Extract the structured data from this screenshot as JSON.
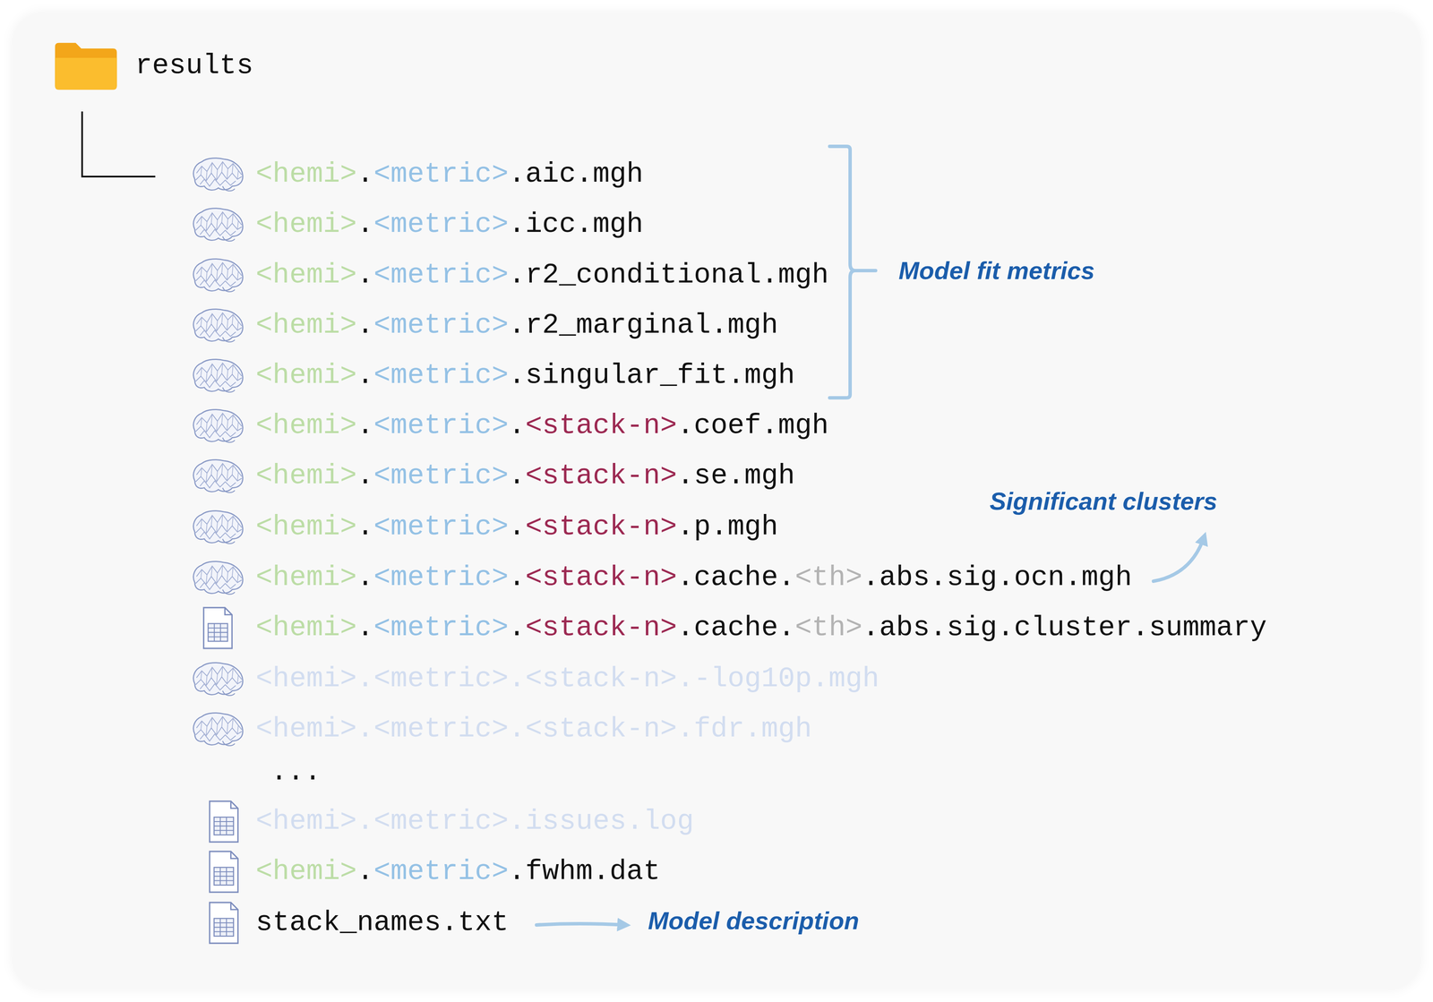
{
  "diagram": {
    "labels": [
      "results",
      "<hemi>",
      ".",
      "<metric>",
      ".aic.mgh",
      "<hemi>",
      ".",
      "<metric>",
      ".icc.mgh",
      "<hemi>",
      ".",
      "<metric>",
      ".r2_conditional.mgh",
      "<hemi>",
      ".",
      "<metric>",
      ".r2_marginal.mgh",
      "<hemi>",
      ".",
      "<metric>",
      ".singular_fit.mgh",
      "Model fit metrics",
      "<hemi>",
      ".",
      "<metric>",
      ".",
      "<stack-n>",
      ".coef.mgh",
      "<hemi>",
      ".",
      "<metric>",
      ".",
      "<stack-n>",
      ".se.mgh",
      "<hemi>",
      ".",
      "<metric>",
      ".",
      "<stack-n>",
      ".p.mgh",
      "Significant clusters",
      "<hemi>",
      ".",
      "<metric>",
      ".",
      "<stack-n>",
      ".cache.",
      "<th>",
      ".abs.sig.ocn.mgh",
      "<hemi>",
      ".",
      "<metric>",
      ".",
      "<stack-n>",
      ".cache.",
      "<th>",
      ".abs.sig.cluster.summary",
      "<hemi>.<metric>.<stack-n>.-log10p.mgh",
      "<hemi>.<metric>.<stack-n>.fdr.mgh",
      "...",
      "<hemi>.<metric>.issues.log",
      "<hemi>",
      ".",
      "<metric>",
      ".fwhm.dat",
      "stack_names.txt",
      "Model description"
    ]
  }
}
